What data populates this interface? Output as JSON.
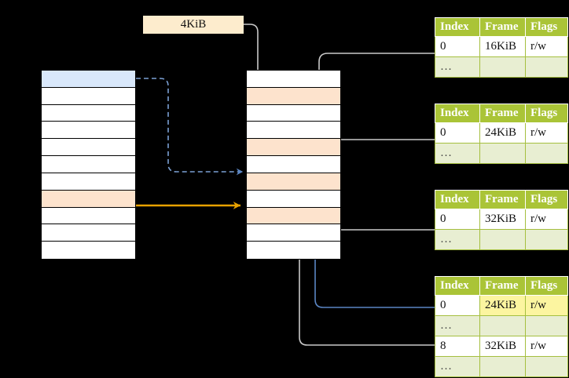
{
  "diagram": {
    "title_label": "4KiB",
    "colors": {
      "header_green": "#aac437",
      "table_border_green": "#a5bf3f",
      "ellipsis_row": "#e8eed2",
      "highlight_yellow": "#fcf5a0",
      "peach_cell": "#fde3cd",
      "blue_cell": "#d9e8fb",
      "blue_arrow": "#5b86c4",
      "orange_arrow": "#e8a200",
      "grey_arrow": "#c9c9c9",
      "label_bg": "#fdeccd"
    }
  },
  "virtual_column": {
    "name": "virtual-address-column",
    "cells": [
      {
        "index": 0,
        "fill": "blue",
        "text": ""
      },
      {
        "index": 1,
        "fill": "white",
        "text": ""
      },
      {
        "index": 2,
        "fill": "white",
        "text": ""
      },
      {
        "index": 3,
        "fill": "white",
        "text": ""
      },
      {
        "index": 4,
        "fill": "white",
        "text": ""
      },
      {
        "index": 5,
        "fill": "white",
        "text": ""
      },
      {
        "index": 6,
        "fill": "white",
        "text": ""
      },
      {
        "index": 7,
        "fill": "peach",
        "text": ""
      },
      {
        "index": 8,
        "fill": "white",
        "text": ""
      },
      {
        "index": 9,
        "fill": "white",
        "text": ""
      },
      {
        "index": 10,
        "fill": "white",
        "text": ""
      }
    ]
  },
  "physical_column": {
    "name": "physical-frame-column",
    "cells": [
      {
        "index": 0,
        "fill": "white",
        "text": ""
      },
      {
        "index": 1,
        "fill": "peach",
        "text": ""
      },
      {
        "index": 2,
        "fill": "white",
        "text": ""
      },
      {
        "index": 3,
        "fill": "white",
        "text": ""
      },
      {
        "index": 4,
        "fill": "peach",
        "text": ""
      },
      {
        "index": 5,
        "fill": "white",
        "text": ""
      },
      {
        "index": 6,
        "fill": "peach",
        "text": ""
      },
      {
        "index": 7,
        "fill": "white",
        "text": ""
      },
      {
        "index": 8,
        "fill": "peach",
        "text": ""
      },
      {
        "index": 9,
        "fill": "white",
        "text": ""
      },
      {
        "index": 10,
        "fill": "white",
        "text": ""
      }
    ]
  },
  "tables": [
    {
      "name": "page-table-1",
      "headers": [
        "Index",
        "Frame",
        "Flags"
      ],
      "rows": [
        {
          "cells": [
            "0",
            "16KiB",
            "r/w"
          ],
          "style": "normal",
          "highlight": []
        },
        {
          "cells": [
            "…",
            "",
            ""
          ],
          "style": "ellipsis",
          "highlight": []
        }
      ]
    },
    {
      "name": "page-table-2",
      "headers": [
        "Index",
        "Frame",
        "Flags"
      ],
      "rows": [
        {
          "cells": [
            "0",
            "24KiB",
            "r/w"
          ],
          "style": "normal",
          "highlight": []
        },
        {
          "cells": [
            "…",
            "",
            ""
          ],
          "style": "ellipsis",
          "highlight": []
        }
      ]
    },
    {
      "name": "page-table-3",
      "headers": [
        "Index",
        "Frame",
        "Flags"
      ],
      "rows": [
        {
          "cells": [
            "0",
            "32KiB",
            "r/w"
          ],
          "style": "normal",
          "highlight": []
        },
        {
          "cells": [
            "…",
            "",
            ""
          ],
          "style": "ellipsis",
          "highlight": []
        }
      ]
    },
    {
      "name": "page-table-4",
      "headers": [
        "Index",
        "Frame",
        "Flags"
      ],
      "rows": [
        {
          "cells": [
            "0",
            "24KiB",
            "r/w"
          ],
          "style": "normal",
          "highlight": [
            1,
            2
          ]
        },
        {
          "cells": [
            "…",
            "",
            ""
          ],
          "style": "ellipsis",
          "highlight": []
        },
        {
          "cells": [
            "8",
            "32KiB",
            "r/w"
          ],
          "style": "normal",
          "highlight": []
        },
        {
          "cells": [
            "…",
            "",
            ""
          ],
          "style": "ellipsis",
          "highlight": []
        }
      ]
    }
  ]
}
